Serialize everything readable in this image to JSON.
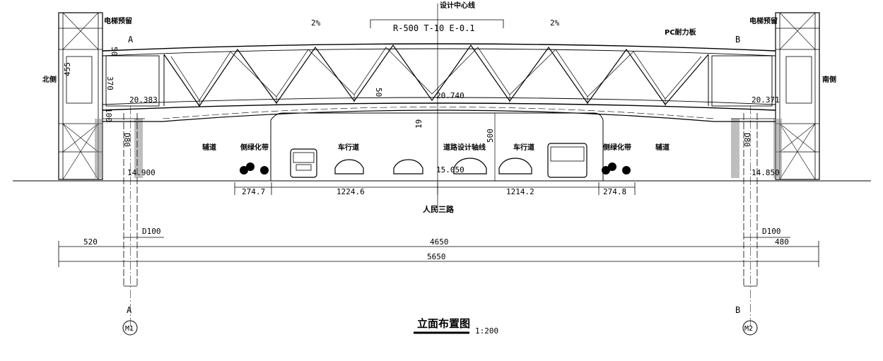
{
  "labels": {
    "center_line": "设计中心线",
    "curve_params": "R-500 T-10 E-0.1",
    "slope_left": "2%",
    "slope_right": "2%",
    "elevator_left": "电梯预留",
    "elevator_right": "电梯预留",
    "section_a_top": "A",
    "section_b_top": "B",
    "section_a_bottom": "A",
    "section_b_bottom": "B",
    "pc_board": "PC耐力板",
    "north_side": "北侧",
    "south_side": "南侧",
    "road_name": "人民三路",
    "road_axis": "道路设计轴线",
    "lane_left": "车行道",
    "lane_right": "车行道",
    "green_left": "侧绿化带",
    "green_right": "侧绿化带",
    "aux_left": "辅道",
    "aux_right": "辅道",
    "title": "立面布置图",
    "scale": "1:200",
    "axis_m1": "M1",
    "axis_m2": "M2"
  },
  "elevations": {
    "top_left": "20.383",
    "top_center": "20.740",
    "top_right": "20.371",
    "ground_left": "14.900",
    "ground_center": "15.050",
    "ground_right": "14.850"
  },
  "dimensions": {
    "top_chord": "50",
    "truss_height": "370",
    "bottom_chord": "100",
    "total_height": "455",
    "center_chord": "50",
    "clearance": "500",
    "beam_gap": "19",
    "column_left": "D80",
    "column_right": "D80",
    "pile_left": "D100",
    "pile_right": "D100",
    "span_left_green": "274.7",
    "span_left_lane": "1224.6",
    "span_right_lane": "1214.2",
    "span_right_green": "274.8",
    "span_left_end": "520",
    "span_main": "4650",
    "span_right_end": "480",
    "span_total": "5650"
  }
}
